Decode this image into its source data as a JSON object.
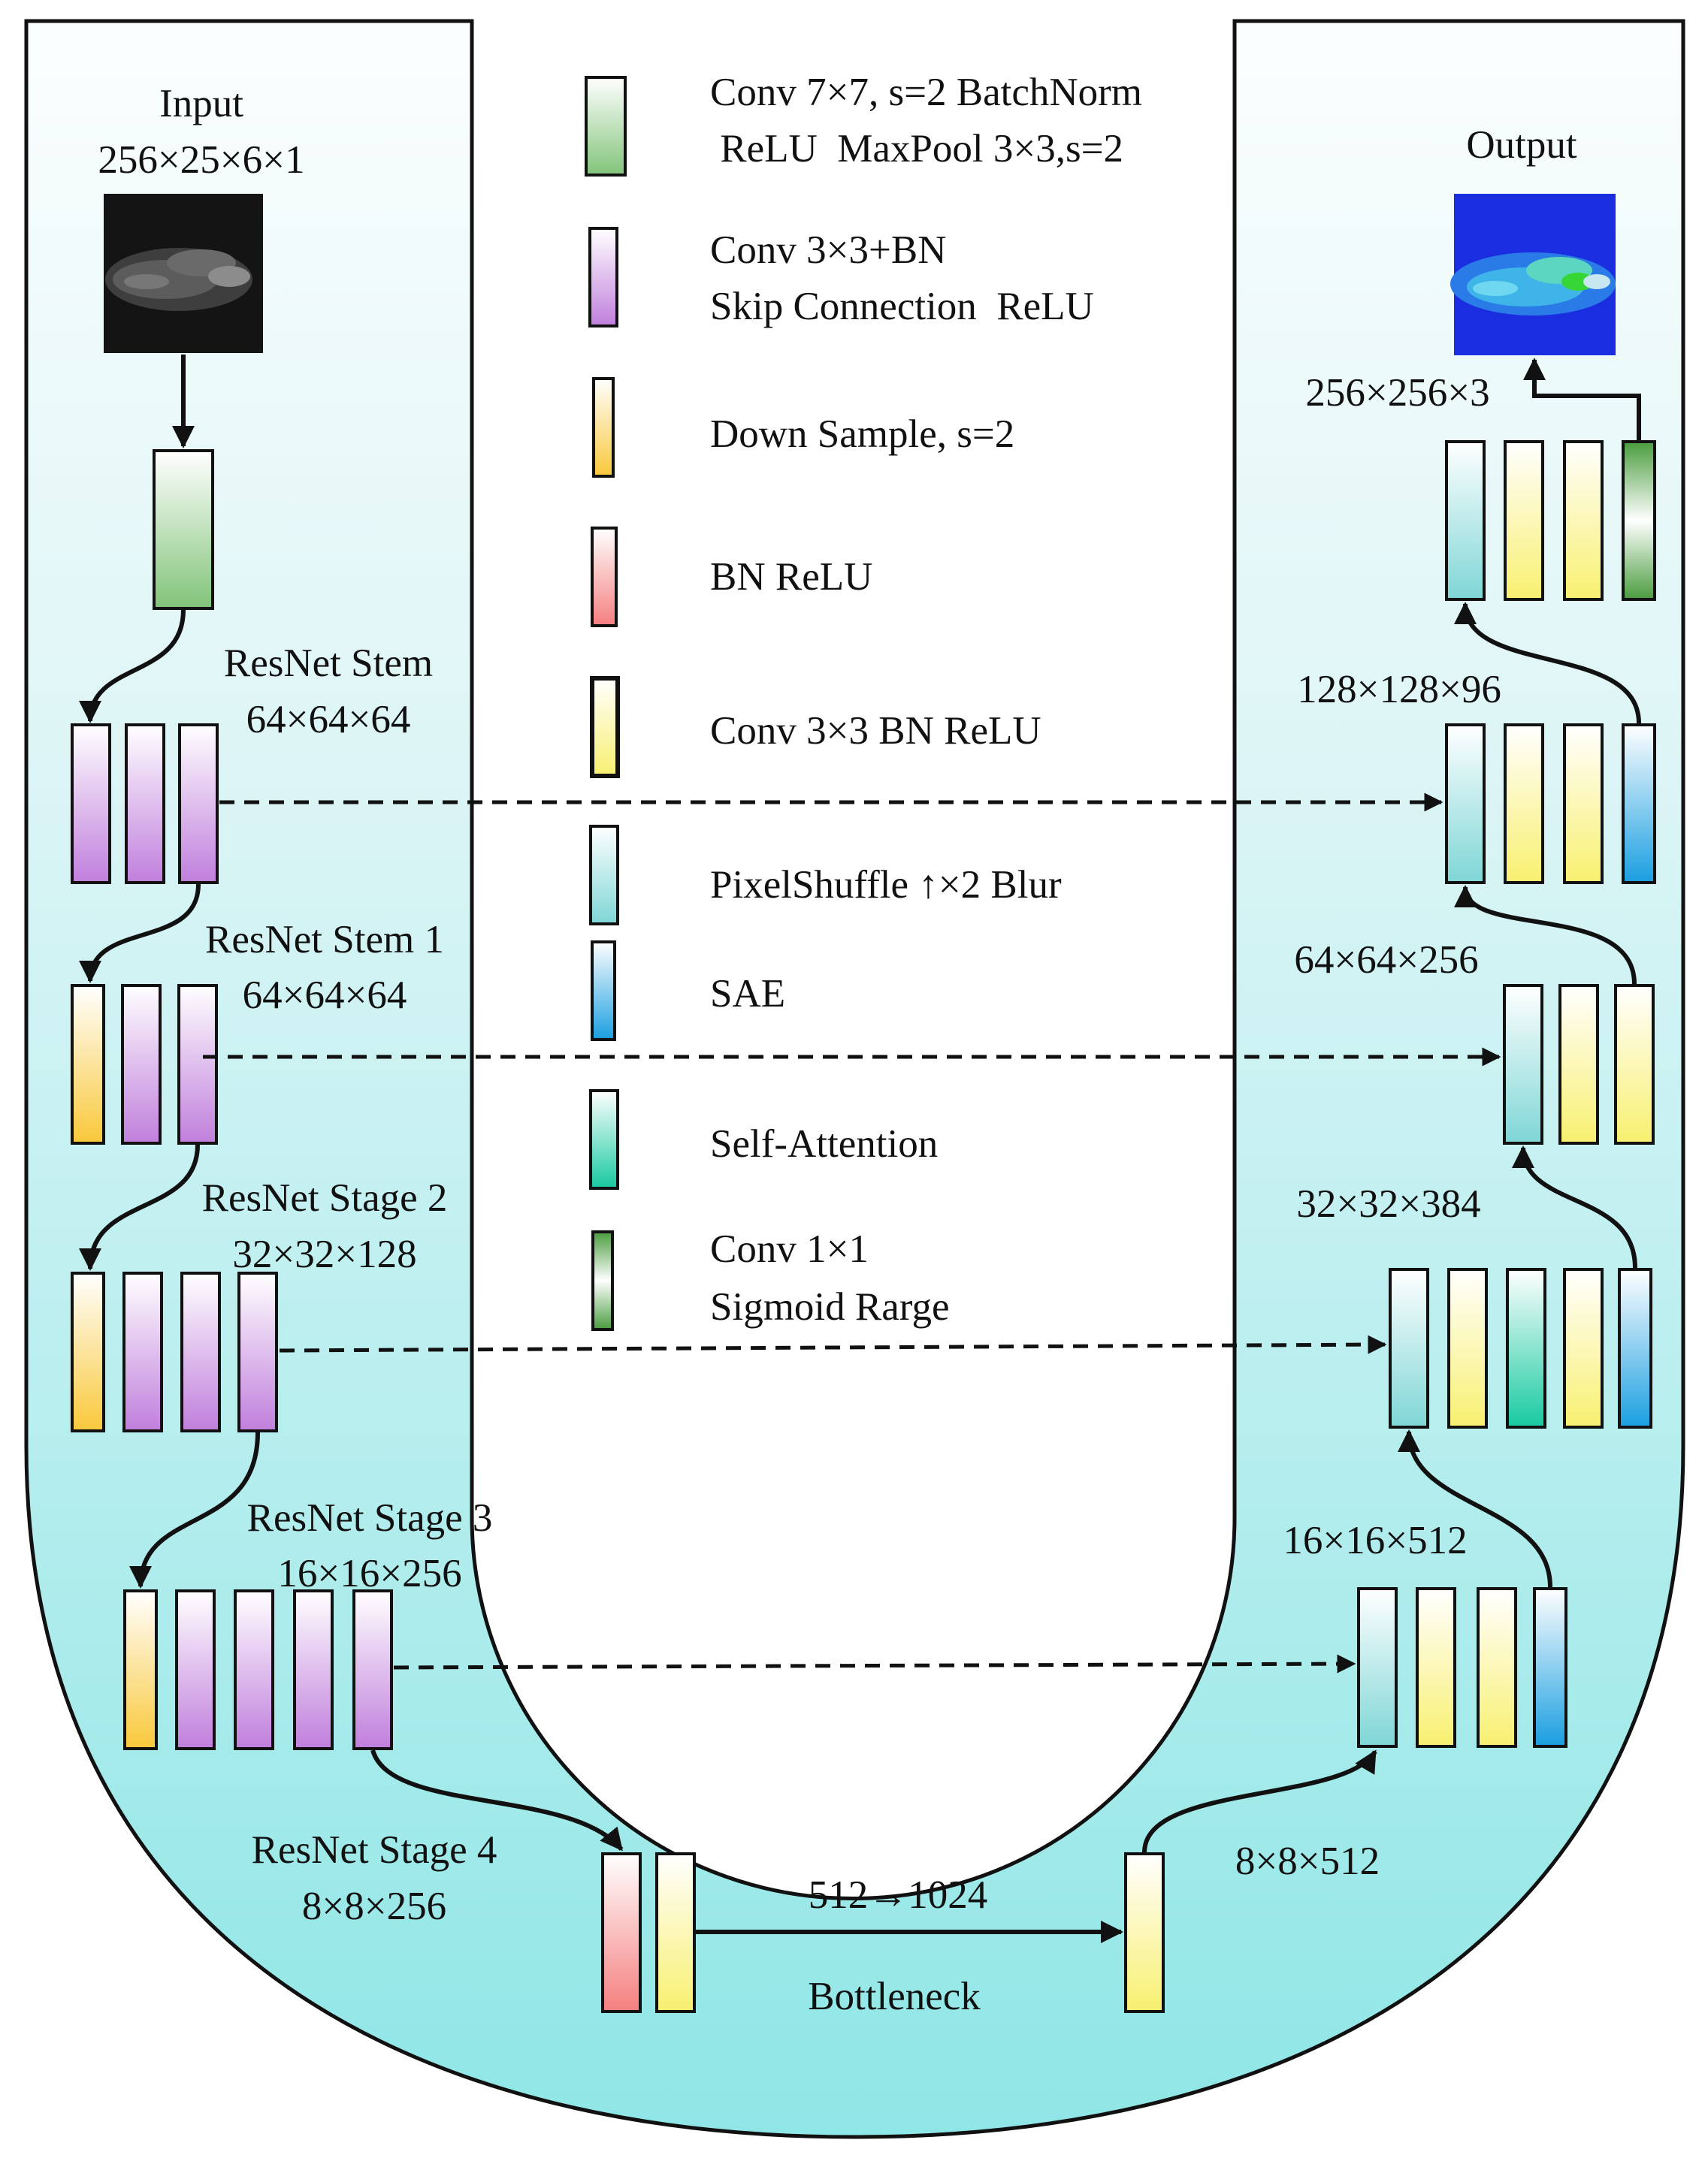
{
  "input": {
    "title": "Input",
    "dims": "256×25×6×1"
  },
  "output": {
    "title": "Output",
    "dims": "256×256×3"
  },
  "legend": [
    {
      "key": "stem",
      "line1": "Conv 7×7, s=2 BatchNorm",
      "line2": " ReLU  MaxPool 3×3,s=2"
    },
    {
      "key": "res",
      "line1": "Conv 3×3+BN",
      "line2": "Skip Connection  ReLU"
    },
    {
      "key": "down",
      "line1": "Down Sample, s=2",
      "line2": ""
    },
    {
      "key": "bnrelu",
      "line1": "BN ReLU",
      "line2": ""
    },
    {
      "key": "conv3",
      "line1": "Conv 3×3 BN ReLU",
      "line2": ""
    },
    {
      "key": "pixel",
      "line1": "PixelShuffle ↑×2 Blur",
      "line2": ""
    },
    {
      "key": "sae",
      "line1": "SAE",
      "line2": ""
    },
    {
      "key": "attn",
      "line1": "Self-Attention",
      "line2": ""
    },
    {
      "key": "conv1",
      "line1": "Conv 1×1",
      "line2": "Sigmoid Rarge"
    }
  ],
  "encoder": [
    {
      "name": "ResNet Stem",
      "dims": "64×64×64"
    },
    {
      "name": "ResNet Stem 1",
      "dims": "64×64×64"
    },
    {
      "name": "ResNet Stage 2",
      "dims": "32×32×128"
    },
    {
      "name": "ResNet Stage 3",
      "dims": "16×16×256"
    },
    {
      "name": "ResNet Stage 4",
      "dims": "8×8×256"
    }
  ],
  "bottleneck": {
    "name": "Bottleneck",
    "transition": "512→1024",
    "out_dims": "8×8×512"
  },
  "decoder": [
    {
      "dims": "16×16×512"
    },
    {
      "dims": "32×32×384"
    },
    {
      "dims": "64×64×256"
    },
    {
      "dims": "128×128×96"
    }
  ],
  "colors": {
    "u_top": "#fbfefe",
    "u_bottom": "#8fe6e6",
    "stem": "#82c47a",
    "res": "#c07fdc",
    "down": "#f9c83a",
    "bnrelu": "#f57f7f",
    "conv3": "#f8f070",
    "pixel": "#7fd6d6",
    "sae": "#1a9ee0",
    "attn": "#17c9a0",
    "conv1": "#4a9c3e"
  }
}
